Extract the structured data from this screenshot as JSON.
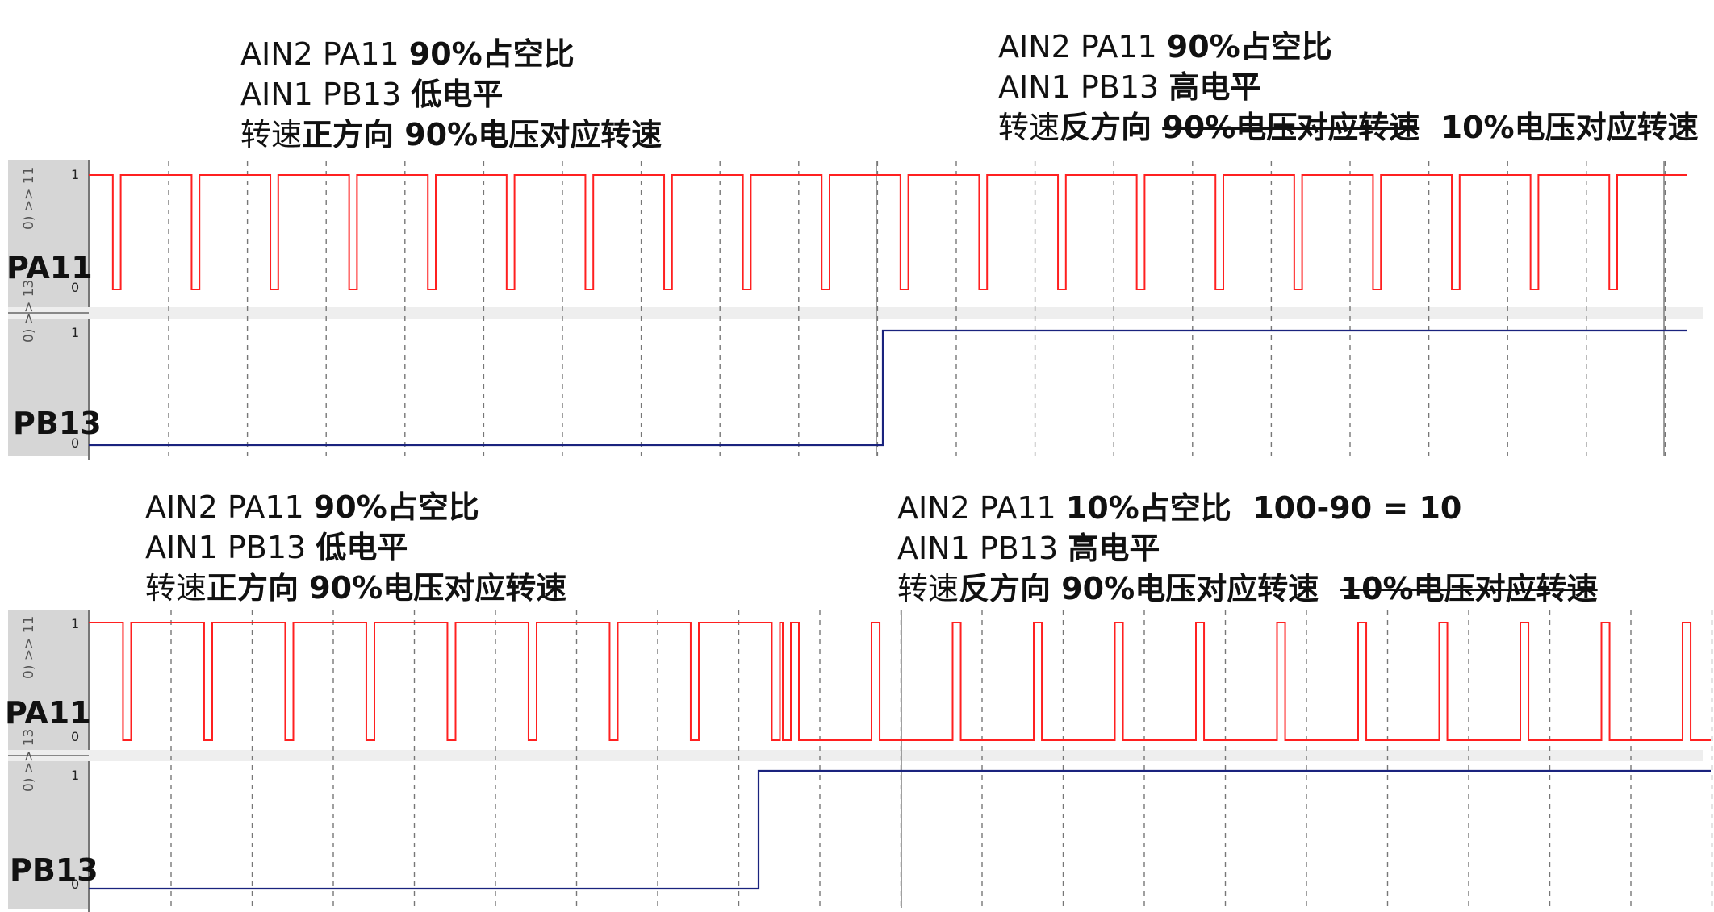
{
  "top_panel": {
    "left_annotation": {
      "line1": {
        "prefix": "AIN2 PA11 ",
        "bold": "90%占空比"
      },
      "line2": {
        "prefix": "AIN1 PB13 ",
        "bold": "低电平"
      },
      "line3": {
        "prefix": "转速",
        "bold": "正方向 90%电压对应转速"
      }
    },
    "right_annotation": {
      "line1": {
        "prefix": "AIN2 PA11 ",
        "bold": "90%占空比"
      },
      "line2": {
        "prefix": "AIN1 PB13 ",
        "bold": "高电平"
      },
      "line3": {
        "prefix": "转速",
        "bold": "反方向 ",
        "strike": "90%电压对应转速",
        "bold2": "  10%电压对应转速"
      }
    },
    "traces": [
      {
        "label": "PA11",
        "expr": "0) >> 11",
        "high": "1",
        "low": "0",
        "color": "#ff2020"
      },
      {
        "label": "PB13",
        "expr": "0) >> 13",
        "high": "1",
        "low": "0",
        "color": "#1a237e"
      }
    ]
  },
  "bottom_panel": {
    "left_annotation": {
      "line1": {
        "prefix": "AIN2 PA11 ",
        "bold": "90%占空比"
      },
      "line2": {
        "prefix": "AIN1 PB13 ",
        "bold": "低电平"
      },
      "line3": {
        "prefix": "转速",
        "bold": "正方向 90%电压对应转速"
      }
    },
    "right_annotation": {
      "line1": {
        "prefix": "AIN2 PA11 ",
        "bold": "10%占空比  100-90 = 10"
      },
      "line2": {
        "prefix": "AIN1 PB13 ",
        "bold": "高电平"
      },
      "line3": {
        "prefix": "转速",
        "bold": "反方向 90%电压对应转速  ",
        "strike": "10%电压对应转速"
      }
    },
    "traces": [
      {
        "label": "PA11",
        "expr": "0) >> 11",
        "high": "1",
        "low": "0",
        "color": "#ff2020"
      },
      {
        "label": "PB13",
        "expr": "0) >> 13",
        "high": "1",
        "low": "0",
        "color": "#1a237e"
      }
    ]
  },
  "waveforms": {
    "top": {
      "period_pulses_before_switch": 10,
      "pa11_duty_before_percent": 90,
      "pa11_duty_after_percent": 90,
      "pb13_before": 0,
      "pb13_after": 1
    },
    "bottom": {
      "pa11_duty_before_percent": 90,
      "pa11_duty_after_percent": 10,
      "pb13_before": 0,
      "pb13_after": 1
    }
  }
}
